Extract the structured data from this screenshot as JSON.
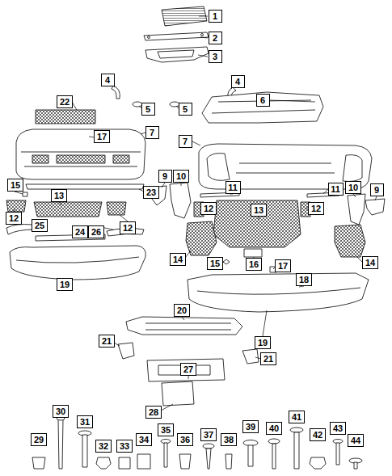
{
  "diagram": {
    "nodes": [
      {
        "text": [
          "1"
        ]
      },
      {
        "text": [
          "2"
        ]
      },
      {
        "text": [
          "3"
        ]
      },
      {
        "text": [
          "4"
        ]
      },
      {
        "text": [
          "4"
        ]
      },
      {
        "text": [
          "6"
        ]
      },
      {
        "text": [
          "22"
        ]
      },
      {
        "text": [
          "5"
        ]
      },
      {
        "text": [
          "5"
        ]
      },
      {
        "text": [
          "7"
        ]
      },
      {
        "text": [
          "17"
        ]
      },
      {
        "text": [
          "7"
        ]
      },
      {
        "text": [
          "10"
        ]
      },
      {
        "text": [
          "9"
        ]
      },
      {
        "text": [
          "15"
        ]
      },
      {
        "text": [
          "23"
        ]
      },
      {
        "text": [
          "11"
        ]
      },
      {
        "text": [
          "11"
        ]
      },
      {
        "text": [
          "10"
        ]
      },
      {
        "text": [
          "9"
        ]
      },
      {
        "text": [
          "13"
        ]
      },
      {
        "text": [
          "12"
        ]
      },
      {
        "text": [
          "13"
        ]
      },
      {
        "text": [
          "12"
        ]
      },
      {
        "text": [
          "12"
        ]
      },
      {
        "text": [
          "25"
        ]
      },
      {
        "text": [
          "12"
        ]
      },
      {
        "text": [
          "24"
        ]
      },
      {
        "text": [
          "26"
        ]
      },
      {
        "text": [
          "14"
        ]
      },
      {
        "text": [
          "14"
        ]
      },
      {
        "text": [
          "15"
        ]
      },
      {
        "text": [
          "16"
        ]
      },
      {
        "text": [
          "17"
        ]
      },
      {
        "text": [
          "18"
        ]
      },
      {
        "text": [
          "19"
        ]
      },
      {
        "text": [
          "20"
        ]
      },
      {
        "text": [
          "21"
        ]
      },
      {
        "text": [
          "19"
        ]
      },
      {
        "text": [
          "21"
        ]
      },
      {
        "text": [
          "27"
        ]
      },
      {
        "text": [
          "30"
        ]
      },
      {
        "text": [
          "28"
        ]
      },
      {
        "text": [
          "41"
        ]
      },
      {
        "text": [
          "31"
        ]
      },
      {
        "text": [
          "39"
        ]
      },
      {
        "text": [
          "40"
        ]
      },
      {
        "text": [
          "43"
        ]
      },
      {
        "text": [
          "35"
        ]
      },
      {
        "text": [
          "37"
        ]
      },
      {
        "text": [
          "42"
        ]
      },
      {
        "text": [
          "29"
        ]
      },
      {
        "text": [
          "34"
        ]
      },
      {
        "text": [
          "36"
        ]
      },
      {
        "text": [
          "38"
        ]
      },
      {
        "text": [
          "44"
        ]
      },
      {
        "text": [
          "32"
        ]
      },
      {
        "text": [
          "33"
        ]
      }
    ]
  }
}
